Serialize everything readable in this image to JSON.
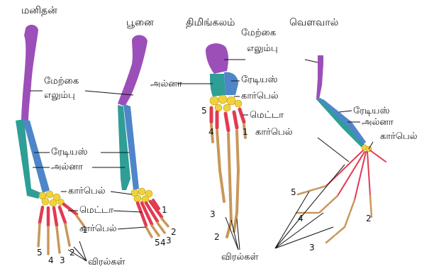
{
  "titles": {
    "human": "மனிதன்",
    "cat": "பூனை",
    "whale": "திமிங்கலம்",
    "bat": "வௌவால்"
  },
  "labels": {
    "humerus": "மேற்கை",
    "humerus2": "எலும்பு",
    "radius": "ரேடியஸ்",
    "ulna": "அல்னா",
    "carpals": "கார்பெல்",
    "metacarpals1": "மெட்டா",
    "metacarpals2": "கார்பெல்",
    "phalanges": "விரல்கள்"
  },
  "digits": [
    "1",
    "2",
    "3",
    "4",
    "5"
  ],
  "colors": {
    "humerus": "#9c4fb8",
    "radius": "#4e86c9",
    "ulna": "#2e9e96",
    "carpals": "#f0d23c",
    "metacarpals": "#e23a52",
    "phalanges": "#c8975a",
    "lines": "#111111"
  }
}
